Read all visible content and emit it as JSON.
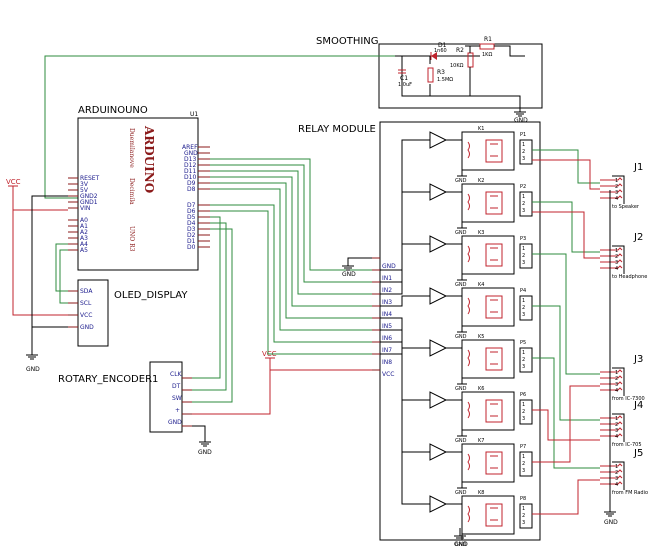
{
  "sections": {
    "smoothing": "SMOOTHING",
    "relay_module": "RELAY MODULE",
    "arduino": "ARDUINOUNO",
    "oled": "OLED_DISPLAY",
    "rotary": "ROTARY_ENCODER1"
  },
  "arduino": {
    "ref": "U1",
    "logo": "ARDUINO",
    "sub1": "Duemilanove",
    "sub2": "Decimila",
    "sub3": "UNO R3",
    "left_pins": [
      "RESET",
      "3V",
      "5V",
      "GND2",
      "GND1",
      "VIN",
      "A0",
      "A1",
      "A2",
      "A3",
      "A4",
      "A5"
    ],
    "right_pins": [
      "AREF",
      "GND",
      "D13",
      "D12",
      "D11",
      "D10",
      "D9",
      "D8",
      "D7",
      "D6",
      "D5",
      "D4",
      "D3",
      "D2",
      "D1",
      "D0"
    ]
  },
  "smoothing": {
    "d1": "D1",
    "d1_val": "1n60",
    "r2": "R2",
    "r2_val": "10KΩ",
    "r1": "R1",
    "r1_val": "1KΩ",
    "c1": "C1",
    "c1_val": "1.0uF",
    "r3": "R3",
    "r3_val": "1.5MΩ"
  },
  "relay_header_pins": [
    "GND",
    "IN1",
    "IN2",
    "IN3",
    "IN4",
    "IN5",
    "IN6",
    "IN7",
    "IN8",
    "VCC"
  ],
  "relays": [
    {
      "k": "K1",
      "p": "P1"
    },
    {
      "k": "K2",
      "p": "P2"
    },
    {
      "k": "K3",
      "p": "P3"
    },
    {
      "k": "K4",
      "p": "P4"
    },
    {
      "k": "K5",
      "p": "P5"
    },
    {
      "k": "K6",
      "p": "P6"
    },
    {
      "k": "K7",
      "p": "P7"
    },
    {
      "k": "K8",
      "p": "P8"
    }
  ],
  "oled_pins": [
    "SDA",
    "SCL",
    "VCC",
    "GND"
  ],
  "rotary_pins": [
    "CLK",
    "DT",
    "SW",
    "+",
    "GND"
  ],
  "jacks": [
    {
      "name": "J1",
      "label": "to Speaker"
    },
    {
      "name": "J2",
      "label": "to Headphone"
    },
    {
      "name": "J3",
      "label": "from IC-7300"
    },
    {
      "name": "J4",
      "label": "from IC-705"
    },
    {
      "name": "J5",
      "label": "from FM Radio"
    }
  ],
  "power": {
    "vcc": "VCC",
    "gnd": "GND"
  }
}
